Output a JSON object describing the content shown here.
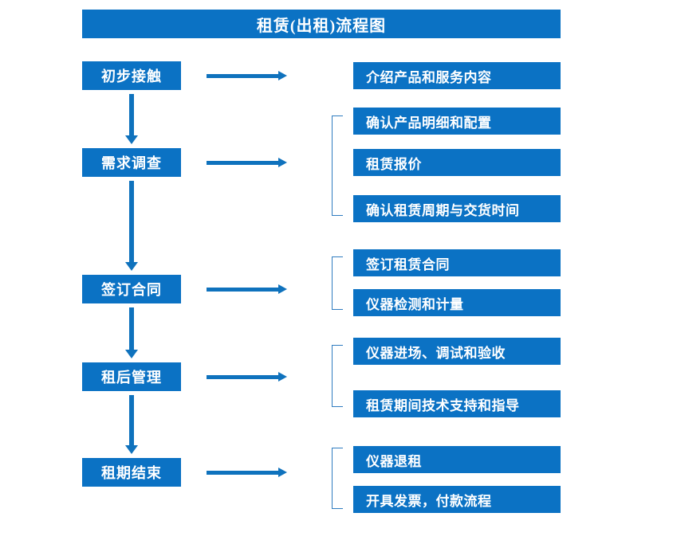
{
  "chart_data": {
    "type": "diagram",
    "title": "租赁(出租)流程图",
    "orientation": "vertical-left-to-right",
    "stages": [
      {
        "label": "初步接触",
        "details": [
          "介绍产品和服务内容"
        ]
      },
      {
        "label": "需求调查",
        "details": [
          "确认产品明细和配置",
          "租赁报价",
          "确认租赁周期与交货时间"
        ]
      },
      {
        "label": "签订合同",
        "details": [
          "签订租赁合同",
          "仪器检测和计量"
        ]
      },
      {
        "label": "租后管理",
        "details": [
          "仪器进场、调试和验收",
          "租赁期间技术支持和指导"
        ]
      },
      {
        "label": "租期结束",
        "details": [
          "仪器退租",
          "开具发票，付款流程"
        ]
      }
    ]
  },
  "title": {
    "text": "租赁(出租)流程图"
  },
  "colors": {
    "box_fill": "#0b72c4",
    "box_text": "#ffffff",
    "arrow": "#0f72bd",
    "bracket": "#2f7cc0",
    "background": "#ffffff"
  },
  "stages": [
    {
      "label": "初步接触"
    },
    {
      "label": "需求调查"
    },
    {
      "label": "签订合同"
    },
    {
      "label": "租后管理"
    },
    {
      "label": "租期结束"
    }
  ],
  "details": [
    {
      "label": "介绍产品和服务内容"
    },
    {
      "label": "确认产品明细和配置"
    },
    {
      "label": "租赁报价"
    },
    {
      "label": "确认租赁周期与交货时间"
    },
    {
      "label": "签订租赁合同"
    },
    {
      "label": "仪器检测和计量"
    },
    {
      "label": "仪器进场、调试和验收"
    },
    {
      "label": "租赁期间技术支持和指导"
    },
    {
      "label": "仪器退租"
    },
    {
      "label": "开具发票，付款流程"
    }
  ]
}
